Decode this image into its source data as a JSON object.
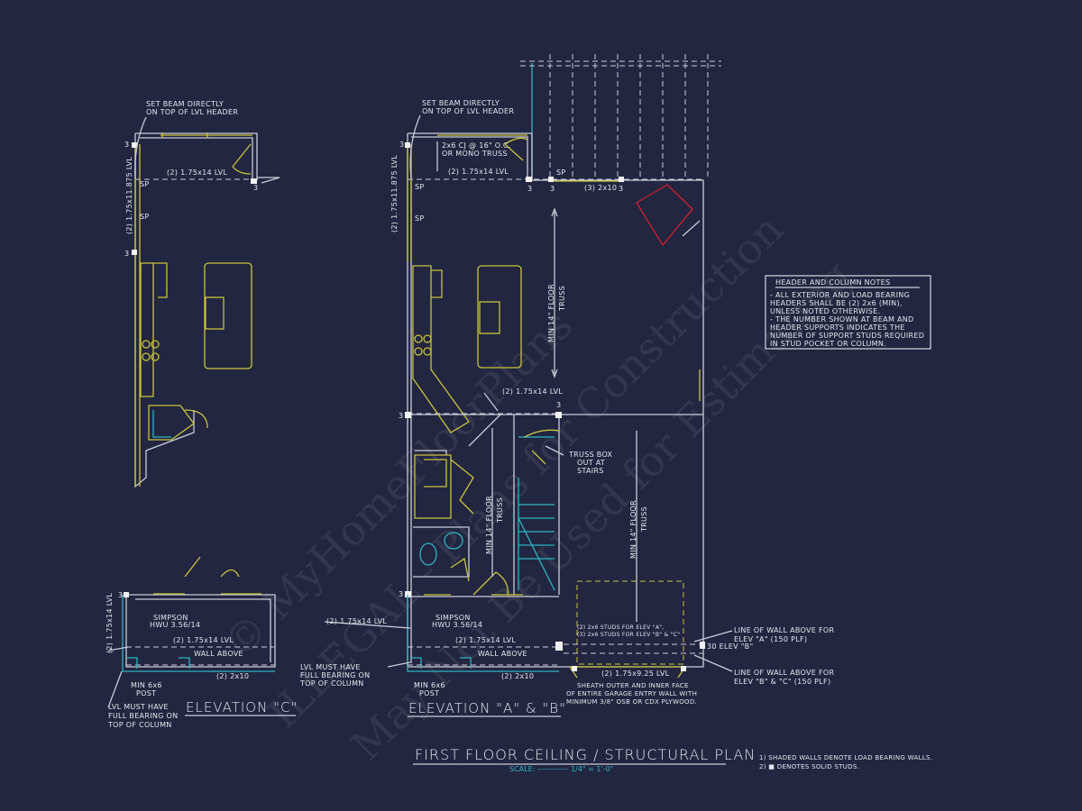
{
  "watermark": [
    "© MyHomeFloorPlans.com",
    "ILLEGAL - Plans for Construction",
    "May Not Be Used for Estimating"
  ],
  "title": "FIRST FLOOR CEILING / STRUCTURAL PLAN",
  "scale": "SCALE: ------------ 1/4\" = 1'-0\"",
  "legend": [
    "1) SHADED WALLS DENOTE LOAD BEARING WALLS.",
    "2) ■ DENOTES SOLID STUDS."
  ],
  "notes": {
    "heading": "HEADER AND COLUMN NOTES",
    "lines": [
      "- ALL EXTERIOR AND LOAD BEARING",
      "HEADERS SHALL BE (2) 2x6 (MIN),",
      "UNLESS NOTED OTHERWISE.",
      "- THE NUMBER SHOWN AT BEAM AND",
      "HEADER SUPPORTS INDICATES THE",
      "NUMBER OF SUPPORT STUDS REQUIRED",
      "IN STUD POCKET OR COLUMN."
    ]
  },
  "plan_c": {
    "label": "ELEVATION \"C\"",
    "set_beam": [
      "SET BEAM DIRECTLY",
      "ON TOP OF LVL HEADER"
    ],
    "header_top": "(2) 1.75x14 LVL",
    "side_lvl": "(2) 1.75x11.875 LVL",
    "sp": "SP",
    "stud_count": "3",
    "porch_side_lvl": "(2) 1.75x14 LVL",
    "simpson": [
      "SIMPSON",
      "HWU 3.56/14"
    ],
    "porch_lvl": "(2) 1.75x14 LVL",
    "wall_above": "WALL ABOVE",
    "porch_2x10": "(2) 2x10",
    "post": [
      "MIN 6x6",
      "POST"
    ],
    "lvl_bearing": [
      "LVL MUST HAVE",
      "FULL BEARING ON",
      "TOP OF COLUMN"
    ]
  },
  "plan_ab": {
    "label": "ELEVATION \"A\" & \"B\"",
    "set_beam": [
      "SET BEAM DIRECTLY",
      "ON TOP OF LVL HEADER"
    ],
    "cj": [
      "2x6 CJ @ 16\" O.C.",
      "OR MONO TRUSS"
    ],
    "header_top": "(2) 1.75x14 LVL",
    "side_lvl": "(2) 1.75x11.875 LVL",
    "sp": "SP",
    "stud_count": "3",
    "header_3_2x10": "(3) 2x10",
    "floor_truss": [
      "MIN 14\" FLOOR",
      "TRUSS"
    ],
    "mid_lvl": "(2) 1.75x14 LVL",
    "truss_box": [
      "TRUSS BOX",
      "OUT AT",
      "STAIRS"
    ],
    "porch_side_lvl": "(2) 1.75x14 LVL",
    "simpson": [
      "SIMPSON",
      "HWU 3.56/14"
    ],
    "porch_lvl": "(2) 1.75x14 LVL",
    "wall_above": "WALL ABOVE",
    "porch_2x10": "(2) 2x10",
    "post": [
      "MIN 6x6",
      "POST"
    ],
    "lvl_bearing": [
      "LVL MUST HAVE",
      "FULL BEARING ON",
      "TOP OF COLUMN"
    ],
    "studs_note": [
      "(2) 2x6 STUDS FOR ELEV \"A\",",
      "(3) 2x6 STUDS FOR ELEV \"B\" & \"C\""
    ],
    "elev_b_30": "30 ELEV \"B\"",
    "wall_above_a": [
      "LINE OF WALL ABOVE FOR",
      "ELEV \"A\" (150 PLF)"
    ],
    "wall_above_bc": [
      "LINE OF WALL ABOVE FOR",
      "ELEV \"B\" & \"C\" (150 PLF)"
    ],
    "garage_lvl": "(2) 1.75x9.25 LVL",
    "sheath": [
      "SHEATH OUTER AND INNER FACE",
      "OF ENTIRE GARAGE ENTRY WALL WITH",
      "MINIMUM 3/8\" OSB OR CDX PLYWOOD."
    ]
  },
  "colors": {
    "background": "#232640",
    "wall": "#c9ccd8",
    "fixture": "#c9c43a",
    "cyan": "#2bb5c4",
    "fireplace": "#d0202a"
  }
}
